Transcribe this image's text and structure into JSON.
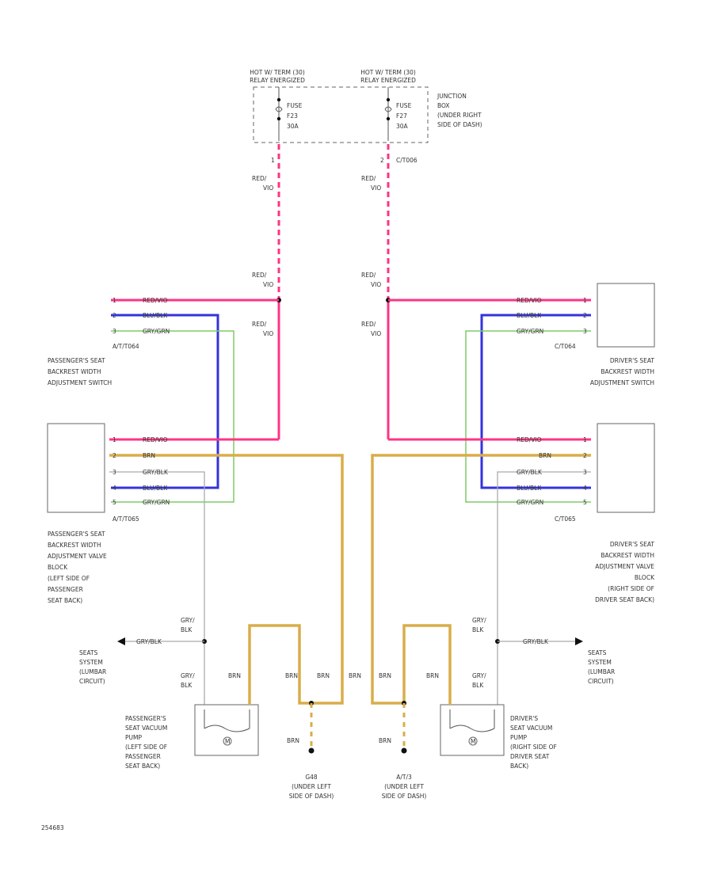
{
  "top": {
    "left_hot_label_1": "HOT W/ TERM (30)",
    "left_hot_label_2": "RELAY ENERGIZED",
    "right_hot_label_1": "HOT W/ TERM (30)",
    "right_hot_label_2": "RELAY ENERGIZED",
    "fuse_left": [
      "FUSE",
      "F23",
      "30A"
    ],
    "fuse_right": [
      "FUSE",
      "F27",
      "30A"
    ],
    "junction_box": [
      "JUNCTION",
      "BOX",
      "(UNDER RIGHT",
      "SIDE OF DASH)"
    ],
    "pin_left": "1",
    "pin_right": "2",
    "connector_right": "C/T006"
  },
  "wires": {
    "red_vio": [
      "RED/",
      "VIO"
    ]
  },
  "passenger": {
    "switch_connector": "A/T/T064",
    "switch_name": [
      "PASSENGER'S SEAT",
      "BACKREST WIDTH",
      "ADJUSTMENT SWITCH"
    ],
    "switch_wires": [
      "RED/VIO",
      "BLU/BLK",
      "GRY/GRN"
    ],
    "valve_connector": "A/T/T065",
    "valve_name": [
      "PASSENGER'S SEAT",
      "BACKREST WIDTH",
      "ADJUSTMENT VALVE",
      "BLOCK",
      "(LEFT SIDE OF",
      "PASSENGER",
      "SEAT BACK)"
    ],
    "valve_wires": [
      "RED/VIO",
      "BRN",
      "GRY/BLK",
      "BLU/BLK",
      "GRY/GRN"
    ],
    "gry_blk": [
      "GRY/",
      "BLK"
    ],
    "lumbar_wire": "GRY/BLK",
    "lumbar_name": [
      "SEATS",
      "SYSTEM",
      "(LUMBAR",
      "CIRCUIT)"
    ],
    "brn_wires": [
      "BRN",
      "BRN",
      "BRN"
    ],
    "pump_name": [
      "PASSENGER'S",
      "SEAT VACUUM",
      "PUMP",
      "(LEFT SIDE OF",
      "PASSENGER",
      "SEAT BACK)"
    ],
    "ground_wire": "BRN",
    "ground_name": [
      "G48",
      "(UNDER LEFT",
      "SIDE OF DASH)"
    ]
  },
  "driver": {
    "switch_connector": "C/T064",
    "switch_name": [
      "DRIVER'S SEAT",
      "BACKREST WIDTH",
      "ADJUSTMENT SWITCH"
    ],
    "switch_wires": [
      "RED/VIO",
      "BLU/BLK",
      "GRY/GRN"
    ],
    "valve_connector": "C/T065",
    "valve_name": [
      "DRIVER'S SEAT",
      "BACKREST WIDTH",
      "ADJUSTMENT VALVE",
      "BLOCK",
      "(RIGHT SIDE OF",
      "DRIVER SEAT BACK)"
    ],
    "valve_wires": [
      "RED/VIO",
      "BRN",
      "GRY/BLK",
      "BLU/BLK",
      "GRY/GRN"
    ],
    "gry_blk": [
      "GRY/",
      "BLK"
    ],
    "lumbar_wire": "GRY/BLK",
    "lumbar_name": [
      "SEATS",
      "SYSTEM",
      "(LUMBAR",
      "CIRCUIT)"
    ],
    "brn_wires": [
      "BRN",
      "BRN",
      "BRN"
    ],
    "pump_name": [
      "DRIVER'S",
      "SEAT VACUUM",
      "PUMP",
      "(RIGHT SIDE OF",
      "DRIVER SEAT",
      "BACK)"
    ],
    "ground_wire": "BRN",
    "ground_name": [
      "A/T/3",
      "(UNDER LEFT",
      "SIDE OF DASH)"
    ]
  },
  "motor_symbol": "M",
  "figure_id": "254683",
  "colors": {
    "red_vio": "#ff3385",
    "blu_blk": "#3333dd",
    "gry_grn": "#7fcc66",
    "brn": "#d9ad4a",
    "gry_blk": "#aaaaaa"
  }
}
